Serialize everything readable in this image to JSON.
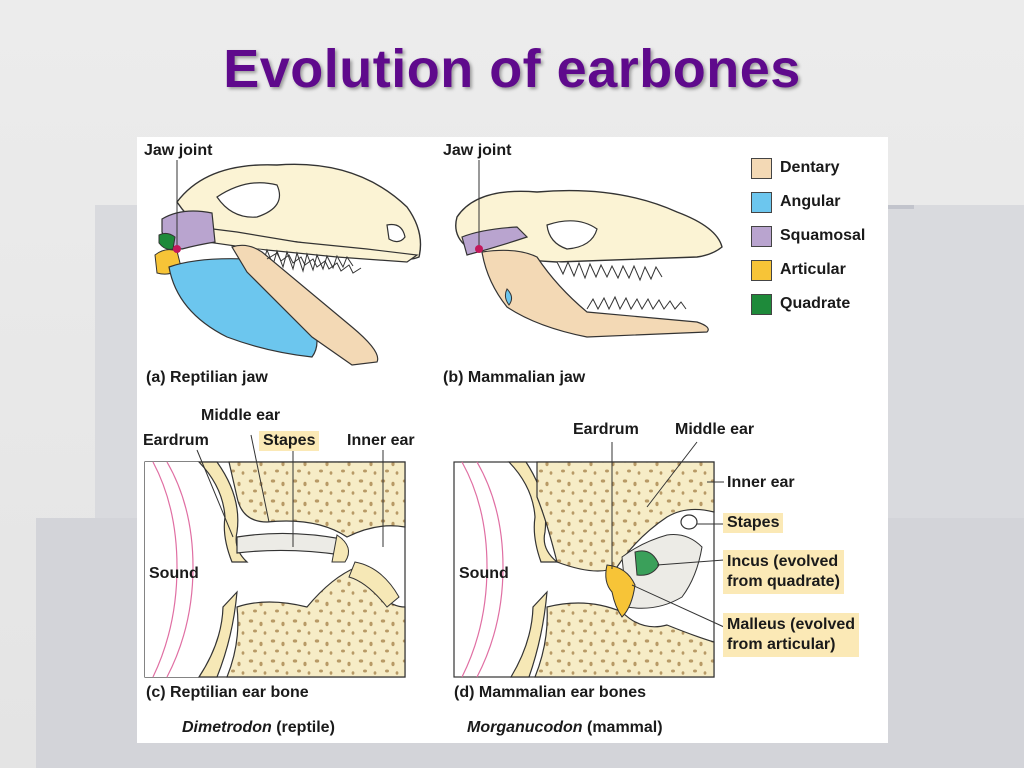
{
  "slide": {
    "title": "Evolution of earbones"
  },
  "top_panels": {
    "a": {
      "jaw_joint": "Jaw joint",
      "caption": "(a) Reptilian jaw"
    },
    "b": {
      "jaw_joint": "Jaw joint",
      "caption": "(b) Mammalian jaw"
    }
  },
  "legend": [
    {
      "label": "Dentary",
      "color": "#f3d9b5"
    },
    {
      "label": "Angular",
      "color": "#6cc6ee"
    },
    {
      "label": "Squamosal",
      "color": "#b9a4cf"
    },
    {
      "label": "Articular",
      "color": "#f7c437"
    },
    {
      "label": "Quadrate",
      "color": "#1e8a3a"
    }
  ],
  "panel_c": {
    "middle_ear": "Middle ear",
    "eardrum": "Eardrum",
    "stapes": "Stapes",
    "inner_ear": "Inner ear",
    "sound": "Sound",
    "caption": "(c) Reptilian ear bone",
    "species_italic": "Dimetrodon",
    "species_rest": " (reptile)"
  },
  "panel_d": {
    "eardrum": "Eardrum",
    "middle_ear": "Middle ear",
    "inner_ear": "Inner ear",
    "stapes": "Stapes",
    "incus_1": "Incus (evolved",
    "incus_2": "from quadrate)",
    "malleus_1": "Malleus (evolved",
    "malleus_2": "from articular)",
    "sound": "Sound",
    "caption": "(d) Mammalian ear bones",
    "species_italic": "Morganucodon",
    "species_rest": " (mammal)"
  }
}
